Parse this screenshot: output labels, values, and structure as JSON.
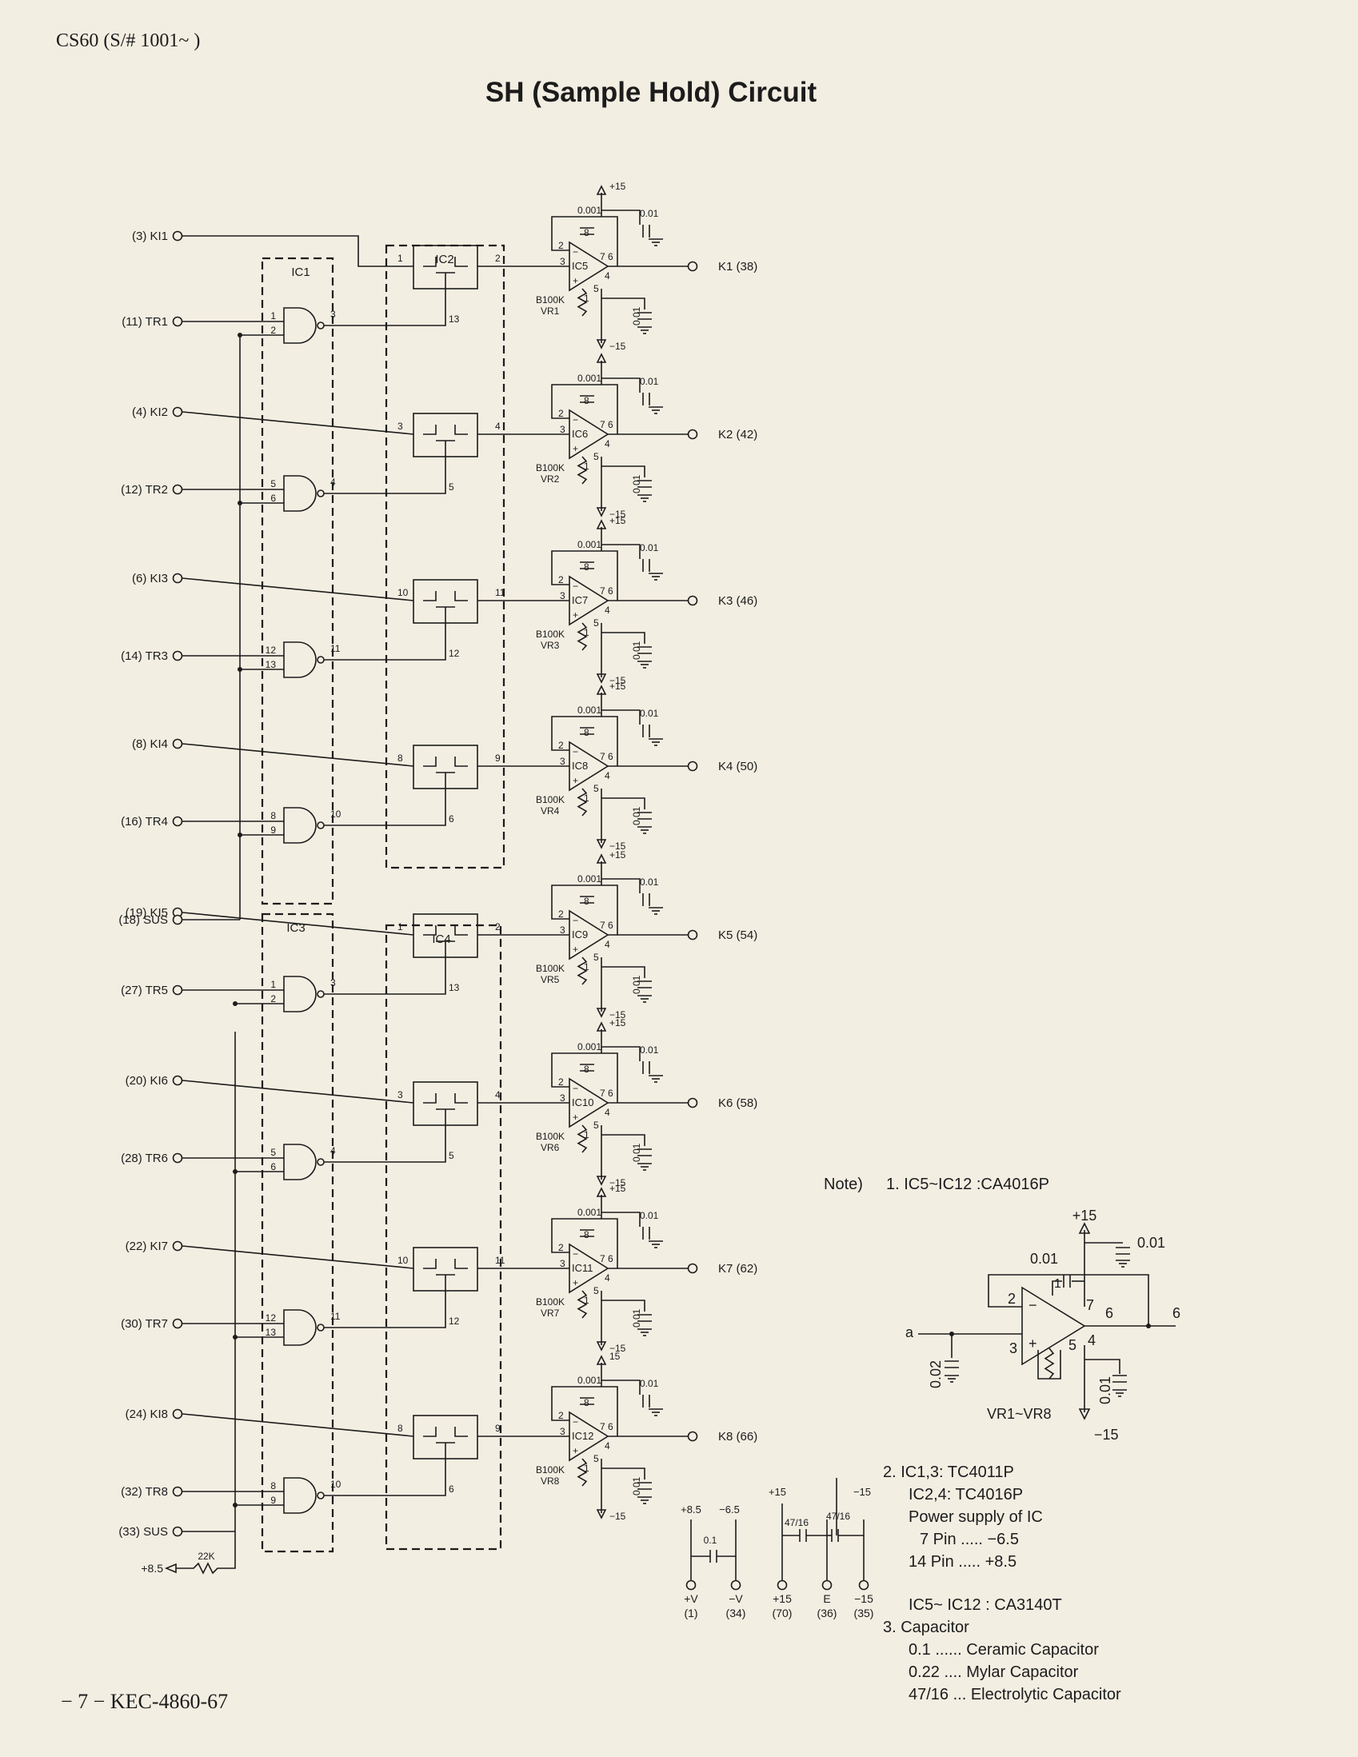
{
  "header": "CS60 (S/# 1001~ )",
  "title": "SH (Sample Hold) Circuit",
  "footer": "− 7 −  KEC-4860-67",
  "blocks": [
    {
      "ki": "(3)  KI1",
      "tr": "(11)  TR1",
      "out": "K1 (38)",
      "ic": "IC5",
      "vr": "VR1",
      "nand_in": [
        "1",
        "2"
      ],
      "nand_out": "3",
      "sw": [
        "1",
        "2",
        "13"
      ],
      "plus": "+15"
    },
    {
      "ki": "(4)  KI2",
      "tr": "(12)  TR2",
      "out": "K2 (42)",
      "ic": "IC6",
      "vr": "VR2",
      "nand_in": [
        "5",
        "6"
      ],
      "nand_out": "4",
      "sw": [
        "3",
        "4",
        "5"
      ],
      "plus": ""
    },
    {
      "ki": "(6)  KI3",
      "tr": "(14)  TR3",
      "out": "K3 (46)",
      "ic": "IC7",
      "vr": "VR3",
      "nand_in": [
        "12",
        "13"
      ],
      "nand_out": "11",
      "sw": [
        "10",
        "11",
        "12"
      ],
      "plus": "+15"
    },
    {
      "ki": "(8)  KI4",
      "tr": "(16)  TR4",
      "out": "K4 (50)",
      "ic": "IC8",
      "vr": "VR4",
      "nand_in": [
        "8",
        "9"
      ],
      "nand_out": "10",
      "sw": [
        "8",
        "9",
        "6"
      ],
      "plus": "+15"
    },
    {
      "ki": "(19)  KI5",
      "tr": "(27)  TR5",
      "out": "K5 (54)",
      "ic": "IC9",
      "vr": "VR5",
      "nand_in": [
        "1",
        "2"
      ],
      "nand_out": "3",
      "sw": [
        "1",
        "2",
        "13"
      ],
      "plus": "+15"
    },
    {
      "ki": "(20)  KI6",
      "tr": "(28)  TR6",
      "out": "K6 (58)",
      "ic": "IC10",
      "vr": "VR6",
      "nand_in": [
        "5",
        "6"
      ],
      "nand_out": "4",
      "sw": [
        "3",
        "4",
        "5"
      ],
      "plus": "+15"
    },
    {
      "ki": "(22)  KI7",
      "tr": "(30)  TR7",
      "out": "K7 (62)",
      "ic": "IC11",
      "vr": "VR7",
      "nand_in": [
        "12",
        "13"
      ],
      "nand_out": "11",
      "sw": [
        "10",
        "11",
        "12"
      ],
      "plus": "+15"
    },
    {
      "ki": "(24)  KI8",
      "tr": "(32)  TR8",
      "out": "K8 (66)",
      "ic": "IC12",
      "vr": "VR8",
      "nand_in": [
        "8",
        "9"
      ],
      "nand_out": "10",
      "sw": [
        "8",
        "9",
        "6"
      ],
      "plus": "15"
    }
  ],
  "common": {
    "cap_small": "0.001",
    "cap_bypass": "0.01",
    "trimmer": "B100K",
    "minus": "−15",
    "pin2": "2",
    "pin3": "3",
    "pin4": "4",
    "pin5": "5",
    "pin6": "6",
    "pin7": "7",
    "pin1": "1",
    "pin8": "8",
    "minus_sign": "−",
    "plus_sign": "+"
  },
  "ic_boxes": [
    "IC1",
    "IC2",
    "IC3",
    "IC4"
  ],
  "sus": [
    "(18)  SUS",
    "(33)  SUS"
  ],
  "pullup": {
    "rail": "+8.5",
    "res": "22K"
  },
  "power": {
    "ic_rails": [
      "+8.5",
      "−6.5"
    ],
    "ic_cap": "0.1",
    "op_rails": [
      "+15",
      "−15"
    ],
    "caps": [
      "47/16",
      "47/16"
    ],
    "terms": [
      {
        "name": "+V",
        "pin": "(1)"
      },
      {
        "name": "−V",
        "pin": "(34)"
      },
      {
        "name": "+15",
        "pin": "(70)"
      },
      {
        "name": "E",
        "pin": "(36)"
      },
      {
        "name": "−15",
        "pin": "(35)"
      }
    ]
  },
  "note": {
    "label": "Note)",
    "n1": "1.  IC5~IC12  :CA4016P",
    "detail": {
      "plus": "+15",
      "cap_top": "0.01",
      "cap_fb": "0.01",
      "cap_in": "0.02",
      "cap_out": "0.01",
      "in": "a",
      "out": "6",
      "pin7": "7",
      "pin6": "6",
      "pin2": "2",
      "pin3": "3",
      "pin5": "5",
      "pin4": "4",
      "pin1": "1",
      "vr": "VR1~VR8",
      "minus": "−15"
    },
    "n2": "2.  IC1,3:    TC4011P",
    "n2b": "IC2,4:    TC4016P",
    "n2c": "Power supply of IC",
    "n2d": "7 Pin  .....   −6.5",
    "n2e": "14 Pin  .....   +8.5",
    "n2f": "IC5~ IC12 : CA3140T",
    "n3": "3.  Capacitor",
    "n3a": "0.1 ...... Ceramic Capacitor",
    "n3b": "0.22 .... Mylar Capacitor",
    "n3c": "47/16 ... Electrolytic Capacitor"
  }
}
